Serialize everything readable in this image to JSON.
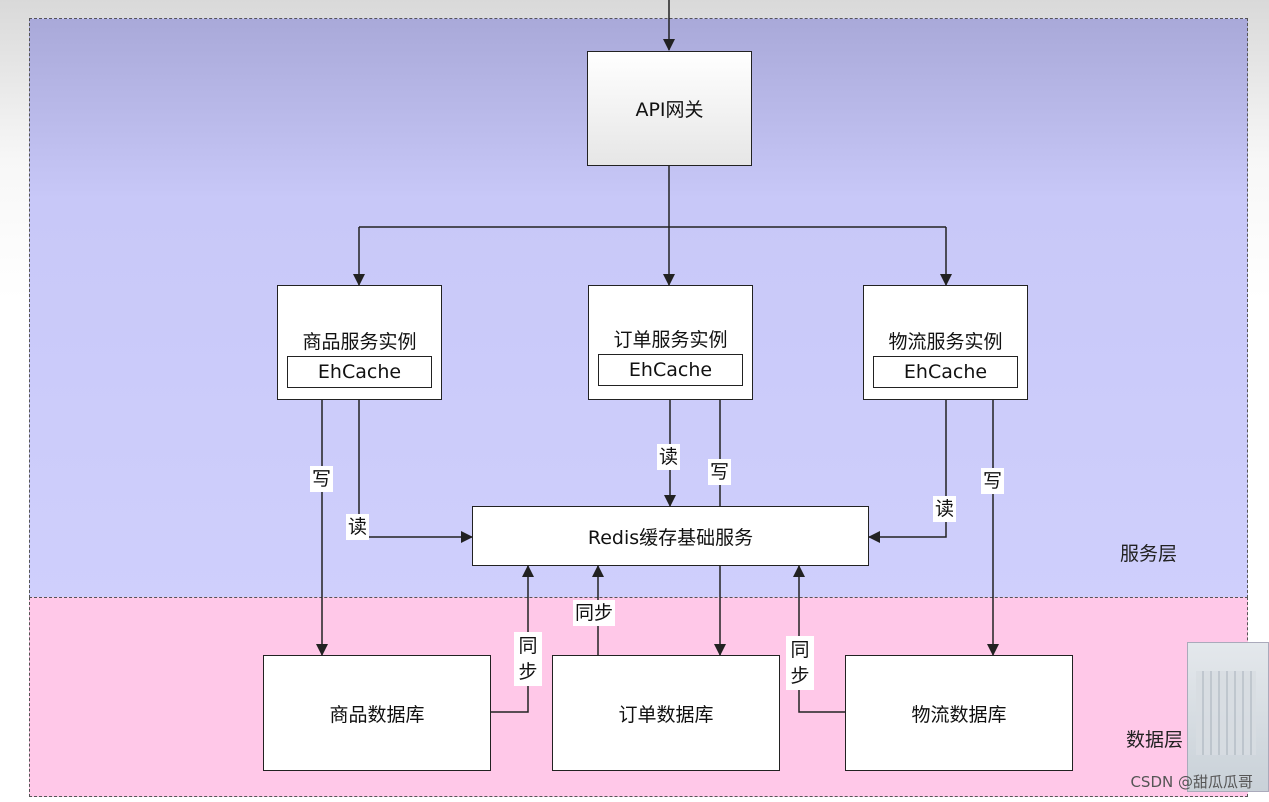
{
  "layers": {
    "service": "服务层",
    "data": "数据层"
  },
  "gateway": "API网关",
  "services": [
    {
      "name": "商品服务实例",
      "cache": "EhCache"
    },
    {
      "name": "订单服务实例",
      "cache": "EhCache"
    },
    {
      "name": "物流服务实例",
      "cache": "EhCache"
    }
  ],
  "redis": "Redis缓存基础服务",
  "databases": [
    "商品数据库",
    "订单数据库",
    "物流数据库"
  ],
  "edge_labels": {
    "write": "写",
    "read": "读",
    "sync": "同步"
  },
  "watermark": "CSDN @甜瓜瓜哥"
}
